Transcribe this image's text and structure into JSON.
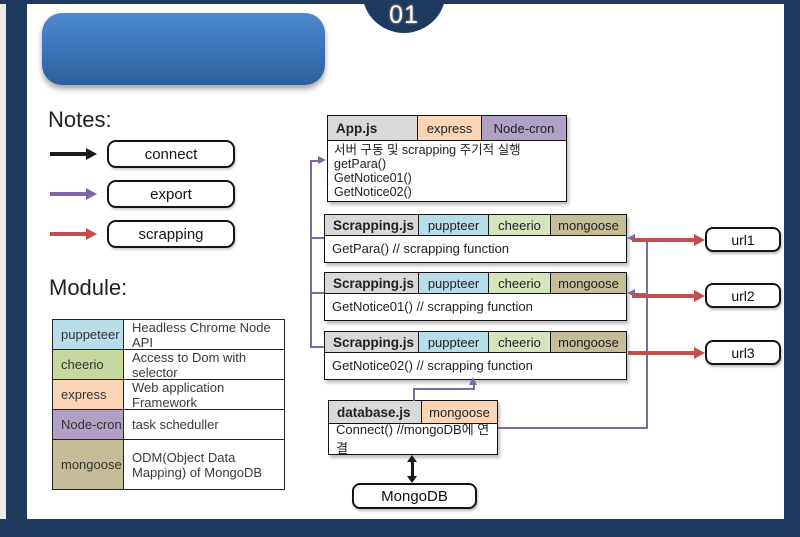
{
  "slide": {
    "page_number": "01",
    "title_text": ""
  },
  "colors": {
    "navy": "#1e3a5e",
    "title-top": "#4e89d0",
    "title-bottom": "#2d5f9c",
    "connect": "#1a1a1a",
    "export": "#7e68a8",
    "scrapping": "#c0504d",
    "chip-gray": "#d9d9d9",
    "chip-blue": "#b7dee8",
    "chip-green": "#d6e4bc",
    "chip-orange": "#fbd5b5",
    "chip-purple": "#b2a1c7",
    "chip-khaki": "#c4bd97"
  },
  "notes": {
    "heading": "Notes:",
    "legend": [
      {
        "label": "connect",
        "arrow_color": "#1a1a1a"
      },
      {
        "label": "export",
        "arrow_color": "#7e68a8"
      },
      {
        "label": "scrapping",
        "arrow_color": "#c0504d"
      }
    ]
  },
  "module": {
    "heading": "Module:",
    "rows": [
      {
        "name": "puppeteer",
        "bg": "#b7dee8",
        "desc": "Headless Chrome Node API"
      },
      {
        "name": "cheerio",
        "bg": "#c7d89e",
        "desc": "Access to Dom with selector"
      },
      {
        "name": "express",
        "bg": "#fbd5b5",
        "desc": "Web application Framework"
      },
      {
        "name": "Node-cron",
        "bg": "#b2a1c7",
        "desc": "task scheduller"
      },
      {
        "name": "mongoose",
        "bg": "#c4bd97",
        "desc": "ODM(Object Data Mapping) of MongoDB"
      }
    ]
  },
  "diagram": {
    "app_box": {
      "file": "App.js",
      "chips": [
        {
          "label": "express",
          "bg": "#fbd5b5"
        },
        {
          "label": "Node-cron",
          "bg": "#b2a1c7"
        }
      ],
      "body_lines": [
        "서버 구동 및 scrapping 주기적 실행",
        "getPara()",
        "GetNotice01()",
        "GetNotice02()"
      ]
    },
    "scrapping_boxes": [
      {
        "file": "Scrapping.js",
        "chips": [
          {
            "label": "puppteer",
            "bg": "#b7dee8"
          },
          {
            "label": "cheerio",
            "bg": "#d6e4bc"
          },
          {
            "label": "mongoose",
            "bg": "#c4bd97"
          }
        ],
        "body": "GetPara()  // scrapping function"
      },
      {
        "file": "Scrapping.js",
        "chips": [
          {
            "label": "puppteer",
            "bg": "#b7dee8"
          },
          {
            "label": "cheerio",
            "bg": "#d6e4bc"
          },
          {
            "label": "mongoose",
            "bg": "#c4bd97"
          }
        ],
        "body": "GetNotice01()  // scrapping function"
      },
      {
        "file": "Scrapping.js",
        "chips": [
          {
            "label": "puppteer",
            "bg": "#b7dee8"
          },
          {
            "label": "cheerio",
            "bg": "#d6e4bc"
          },
          {
            "label": "mongoose",
            "bg": "#c4bd97"
          }
        ],
        "body": "GetNotice02()  // scrapping function"
      }
    ],
    "database_box": {
      "file": "database.js",
      "chips": [
        {
          "label": "mongoose",
          "bg": "#fbd5b5"
        }
      ],
      "body": "Connect() //mongoDB에 연결"
    },
    "mongodb_label": "MongoDB",
    "urls": [
      "url1",
      "url2",
      "url3"
    ]
  }
}
